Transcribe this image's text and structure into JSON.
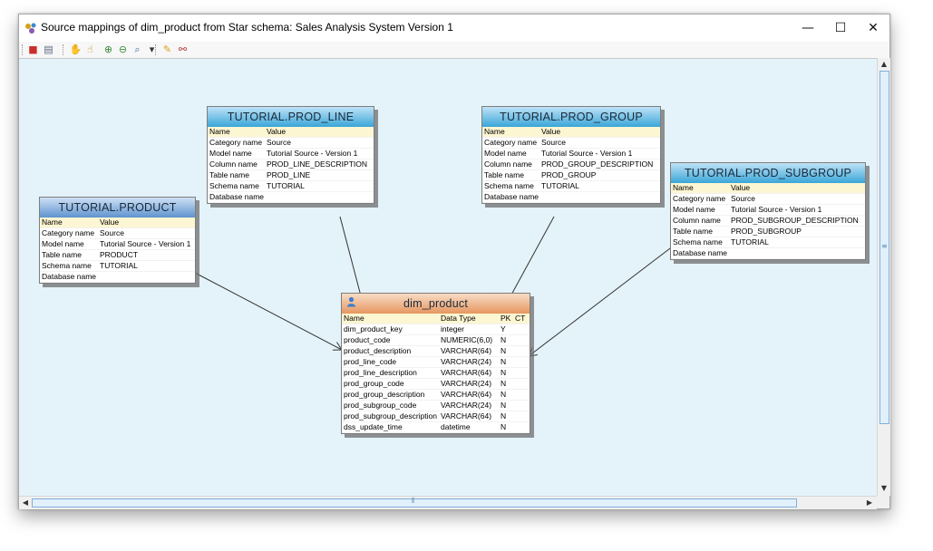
{
  "window": {
    "title": "Source mappings of dim_product from Star schema: Sales Analysis System Version 1",
    "buttons": {
      "minimize": "—",
      "maximize": "☐",
      "close": "✕"
    }
  },
  "toolbar": {
    "items": [
      {
        "name": "pdf-export-icon",
        "glyph": "■",
        "color": "#c9302c"
      },
      {
        "name": "print-icon",
        "glyph": "▤",
        "color": "#5a6a80"
      },
      {
        "name": "hand-pan-icon",
        "glyph": "✋",
        "color": "#c98a2b"
      },
      {
        "name": "hand-select-icon",
        "glyph": "☝",
        "color": "#c98a2b"
      },
      {
        "name": "zoom-in-icon",
        "glyph": "⊕",
        "color": "#3b8a3b"
      },
      {
        "name": "zoom-out-icon",
        "glyph": "⊖",
        "color": "#3b8a3b"
      },
      {
        "name": "zoom-icon",
        "glyph": "⌕",
        "color": "#3b6aa8"
      },
      {
        "name": "dropdown-arrow-icon",
        "glyph": "▾",
        "color": "#333333"
      },
      {
        "name": "pencil-icon",
        "glyph": "✎",
        "color": "#d6a21a"
      },
      {
        "name": "link-icon",
        "glyph": "⚯",
        "color": "#b03a3a"
      }
    ]
  },
  "labels": {
    "name": "Name",
    "value": "Value",
    "data_type": "Data Type",
    "pk": "PK",
    "ct": "CT"
  },
  "entities": {
    "prod_line": {
      "title": "TUTORIAL.PROD_LINE",
      "rows": [
        [
          "Category name",
          "Source"
        ],
        [
          "Model name",
          "Tutorial Source - Version 1"
        ],
        [
          "Column name",
          "PROD_LINE_DESCRIPTION"
        ],
        [
          "Table name",
          "PROD_LINE"
        ],
        [
          "Schema name",
          "TUTORIAL"
        ],
        [
          "Database name",
          ""
        ]
      ]
    },
    "prod_group": {
      "title": "TUTORIAL.PROD_GROUP",
      "rows": [
        [
          "Category name",
          "Source"
        ],
        [
          "Model name",
          "Tutorial Source - Version 1"
        ],
        [
          "Column name",
          "PROD_GROUP_DESCRIPTION"
        ],
        [
          "Table name",
          "PROD_GROUP"
        ],
        [
          "Schema name",
          "TUTORIAL"
        ],
        [
          "Database name",
          ""
        ]
      ]
    },
    "prod_subgroup": {
      "title": "TUTORIAL.PROD_SUBGROUP",
      "rows": [
        [
          "Category name",
          "Source"
        ],
        [
          "Model name",
          "Tutorial Source - Version 1"
        ],
        [
          "Column name",
          "PROD_SUBGROUP_DESCRIPTION"
        ],
        [
          "Table name",
          "PROD_SUBGROUP"
        ],
        [
          "Schema name",
          "TUTORIAL"
        ],
        [
          "Database name",
          ""
        ]
      ]
    },
    "product": {
      "title": "TUTORIAL.PRODUCT",
      "rows": [
        [
          "Category name",
          "Source"
        ],
        [
          "Model name",
          "Tutorial Source - Version 1"
        ],
        [
          "Table name",
          "PRODUCT"
        ],
        [
          "Schema name",
          "TUTORIAL"
        ],
        [
          "Database name",
          ""
        ]
      ]
    },
    "dim_product": {
      "title": "dim_product",
      "columns": [
        [
          "dim_product_key",
          "integer",
          "Y",
          ""
        ],
        [
          "product_code",
          "NUMERIC(6,0)",
          "N",
          ""
        ],
        [
          "product_description",
          "VARCHAR(64)",
          "N",
          ""
        ],
        [
          "prod_line_code",
          "VARCHAR(24)",
          "N",
          ""
        ],
        [
          "prod_line_description",
          "VARCHAR(64)",
          "N",
          ""
        ],
        [
          "prod_group_code",
          "VARCHAR(24)",
          "N",
          ""
        ],
        [
          "prod_group_description",
          "VARCHAR(64)",
          "N",
          ""
        ],
        [
          "prod_subgroup_code",
          "VARCHAR(24)",
          "N",
          ""
        ],
        [
          "prod_subgroup_description",
          "VARCHAR(64)",
          "N",
          ""
        ],
        [
          "dss_update_time",
          "datetime",
          "N",
          ""
        ]
      ]
    }
  }
}
